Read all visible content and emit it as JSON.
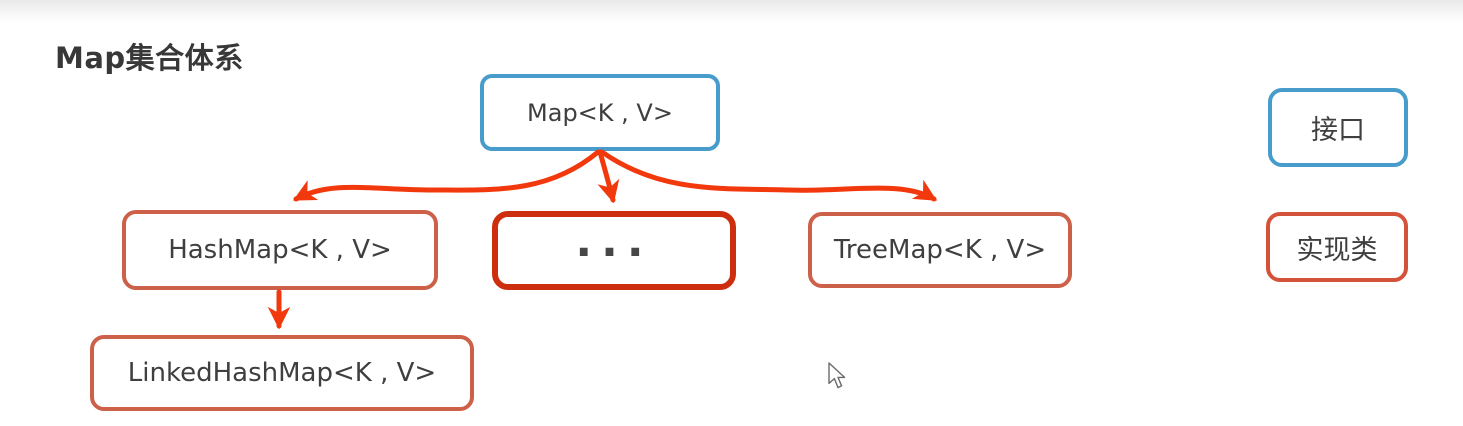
{
  "title": "Map集合体系",
  "nodes": {
    "map": {
      "label": "Map<K , V>",
      "type": "interface"
    },
    "hashmap": {
      "label": "HashMap<K , V>",
      "type": "implementation"
    },
    "others": {
      "label": "...",
      "type": "implementation"
    },
    "treemap": {
      "label": "TreeMap<K , V>",
      "type": "implementation"
    },
    "linkedhashmap": {
      "label": "LinkedHashMap<K , V>",
      "type": "implementation"
    }
  },
  "legend": {
    "interface_label": "接口",
    "implementation_label": "实现类"
  },
  "colors": {
    "interface-border": "#479ccb",
    "implementation-border": "#cd6048",
    "legend-implementation-border": "#d5523a",
    "others-border": "#cd2f0e",
    "arrow": "#f2390d",
    "text": "#3f3f3f",
    "title": "#383838"
  }
}
